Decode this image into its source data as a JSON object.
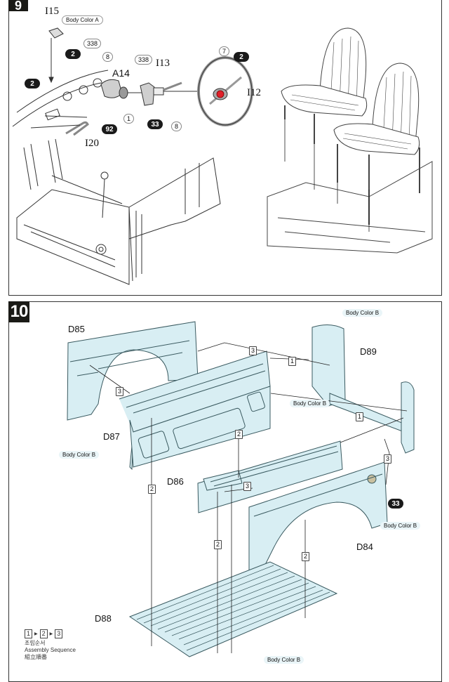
{
  "steps": [
    {
      "number": "9",
      "labels": {
        "I15": "I15",
        "A14": "A14",
        "I13": "I13",
        "I12": "I12",
        "I20": "I20"
      },
      "color_callouts": {
        "body_color_a": "Body Color A"
      },
      "paint_codes": {
        "dark_2_top": "2",
        "dark_2_left": "2",
        "dark_2_wheel": "2",
        "dark_92": "92",
        "dark_33": "33",
        "light_338_a": "338",
        "light_8_a": "8",
        "light_338_b": "338",
        "light_8_b": "8",
        "light_1": "1",
        "light_7": "7"
      }
    },
    {
      "number": "10",
      "labels": {
        "D85": "D85",
        "D87": "D87",
        "D86": "D86",
        "D84": "D84",
        "D88": "D88",
        "D89": "D89"
      },
      "color_callouts": {
        "d89": "Body Color B",
        "d86_top": "Body Color B",
        "d85": "Body Color B",
        "d84": "Body Color B",
        "d88": "Body Color B"
      },
      "paint_codes": {
        "dark_33": "33"
      },
      "sequence_markers": {
        "s3_top": "3",
        "s1_top": "1",
        "s3_left": "3",
        "s2_mid": "2",
        "s1_right": "1",
        "s3_right": "3",
        "s3_d86": "3",
        "s2_left": "2",
        "s2_center": "2",
        "s2_right": "2"
      }
    }
  ],
  "legend": {
    "sequence": [
      "1",
      "2",
      "3"
    ],
    "korean": "조립순서",
    "english": "Assembly Sequence",
    "japanese": "組立順番"
  },
  "colors": {
    "part_fill": "#d8eef3",
    "part_outline": "#3a5a60",
    "badge_bg": "#1a1a16",
    "steering_hub": "#e0202a"
  }
}
